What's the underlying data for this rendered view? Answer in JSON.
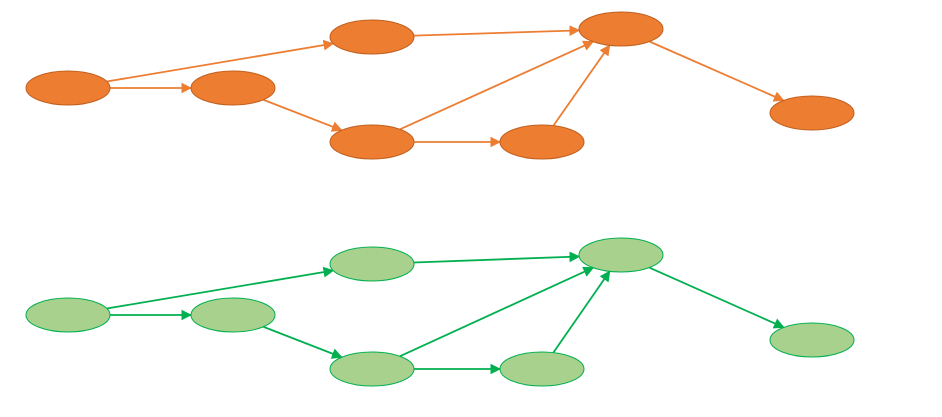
{
  "graphs": [
    {
      "name": "orange-graph",
      "node_fill": "#ED7D31",
      "node_stroke": "#C0601F",
      "edge_color": "#ED7D31",
      "nodes": [
        "a",
        "b",
        "c",
        "d",
        "e",
        "f",
        "g"
      ],
      "edges": [
        [
          "a",
          "c"
        ],
        [
          "a",
          "b"
        ],
        [
          "b",
          "d"
        ],
        [
          "c",
          "f"
        ],
        [
          "d",
          "f"
        ],
        [
          "d",
          "e"
        ],
        [
          "e",
          "f"
        ],
        [
          "f",
          "g"
        ]
      ]
    },
    {
      "name": "green-graph",
      "node_fill": "#A9D18E",
      "node_stroke": "#00B050",
      "edge_color": "#00B050",
      "nodes": [
        "a",
        "b",
        "c",
        "d",
        "e",
        "f",
        "g"
      ],
      "edges": [
        [
          "a",
          "c"
        ],
        [
          "a",
          "b"
        ],
        [
          "b",
          "d"
        ],
        [
          "c",
          "f"
        ],
        [
          "d",
          "f"
        ],
        [
          "d",
          "e"
        ],
        [
          "e",
          "f"
        ],
        [
          "f",
          "g"
        ]
      ]
    }
  ]
}
